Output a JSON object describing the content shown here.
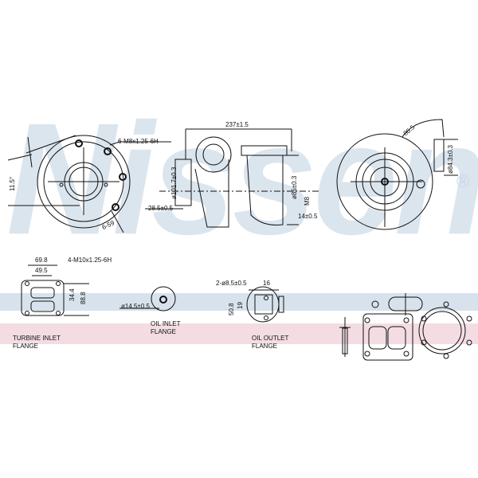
{
  "watermark": {
    "brand": "Nissens",
    "registered_mark": "®"
  },
  "colors": {
    "watermark": "#dbe5ee",
    "band_blue": "#d7e2ec",
    "band_pink": "#f3dde2",
    "line": "#111111"
  },
  "front_view": {
    "thread_spec": "6-M8x1.25-6H",
    "angle": "11.5°",
    "bolt_spacing": "6-59"
  },
  "side_view": {
    "overall_length": "237±1.5",
    "inlet_diameter": "ø101.7±0.3",
    "inlet_offset": "28.5±0.5",
    "outlet_diameter": "ø85±0.3",
    "thread": "M8",
    "outlet_offset": "14±0.5"
  },
  "compressor_view": {
    "radius": "86.5",
    "outlet_diameter": "ø84.3±0.3"
  },
  "turbine_inlet_flange": {
    "width_outer": "69.8",
    "width_inner": "49.5",
    "thread_spec": "4-M10x1.25-6H",
    "height_inner": "34.4",
    "height_outer": "88.8",
    "label_line1": "TURBINE INLET",
    "label_line2": "FLANGE"
  },
  "oil_inlet_flange": {
    "diameter": "ø14.5±0.5",
    "label_line1": "OIL INLET",
    "label_line2": "FLANGE"
  },
  "oil_outlet_flange": {
    "holes": "2-ø8.5±0.5",
    "width": "16",
    "height_outer": "50.8",
    "height_inner": "19",
    "label_line1": "OIL OUTLET",
    "label_line2": "FLANGE"
  }
}
